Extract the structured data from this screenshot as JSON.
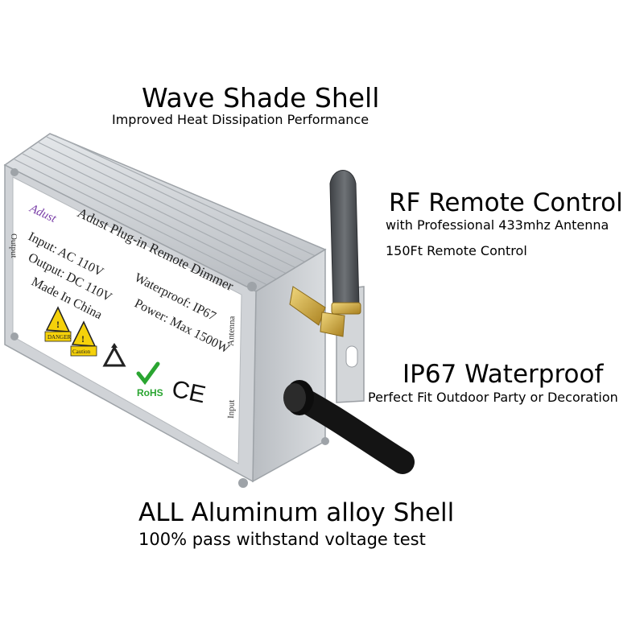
{
  "features": {
    "wave": {
      "title": "Wave Shade Shell",
      "subtitle": "Improved Heat Dissipation Performance"
    },
    "rf": {
      "title": "RF Remote Control",
      "subtitle": "with Professional 433mhz Antenna",
      "detail": "150Ft Remote Control"
    },
    "ip": {
      "title": "IP67 Waterproof",
      "subtitle": "Perfect Fit Outdoor Party or Decoration"
    },
    "aluminum": {
      "title": "ALL Aluminum alloy Shell",
      "subtitle": "100% pass withstand voltage test"
    }
  },
  "label": {
    "brand": "Adust",
    "product_name": "Adust Plug-in Remote Dimmer",
    "input": "Input: AC 110V",
    "output": "Output: DC 110V",
    "origin": "Made In China",
    "waterproof": "Waterproof: IP67",
    "power": "Power: Max 1500W",
    "side_output": "Output",
    "side_antenna": "Antenna",
    "side_input": "Input",
    "danger": "DANGER",
    "caution": "Caution",
    "rohs": "RoHS",
    "ce": "CE"
  },
  "colors": {
    "shell": "#c9cdd2",
    "label_bg": "#ffffff",
    "antenna": "#5a5d61",
    "brass": "#c9a441",
    "cable": "#141414",
    "warning": "#f5d10a",
    "rohs_green": "#2aa531"
  }
}
